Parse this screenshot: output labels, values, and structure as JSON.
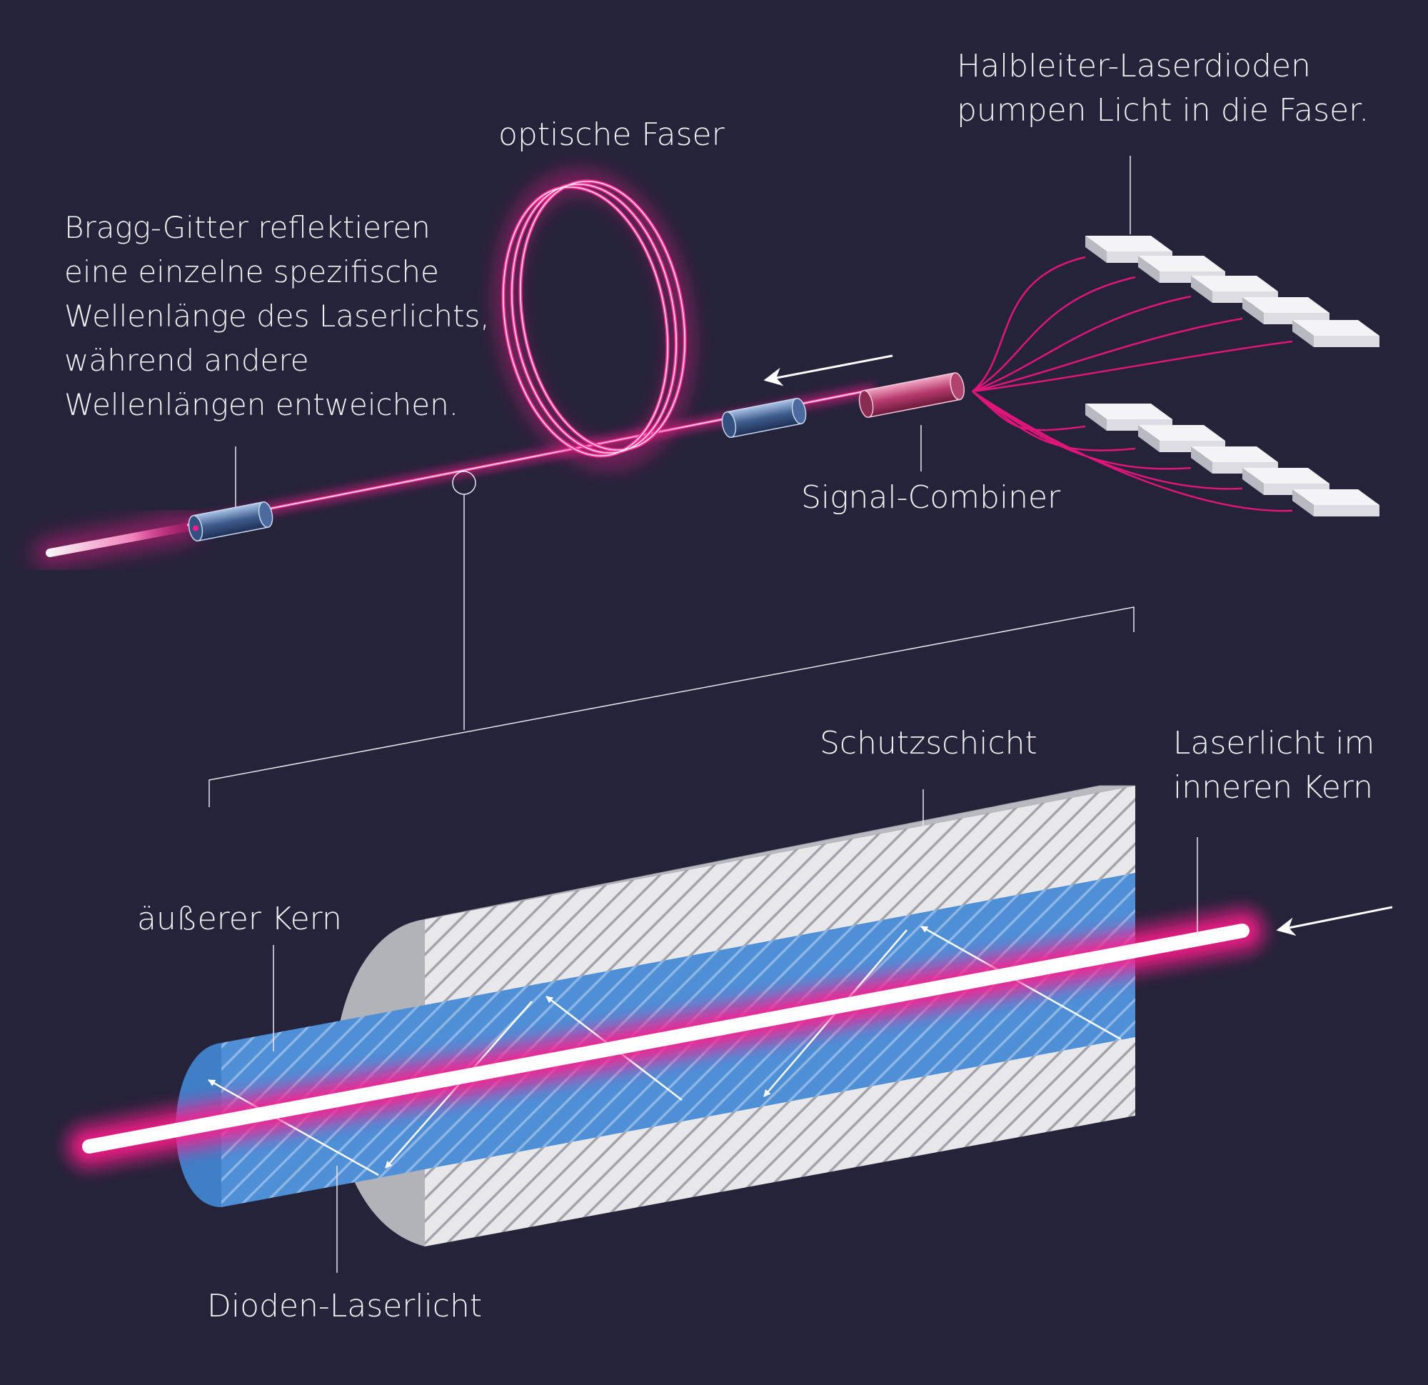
{
  "colors": {
    "background": "#25233a",
    "laser": "#ff1a8c",
    "laser_core": "#ffffff",
    "outer_core": "#4e8fd6",
    "protective_layer": "#e8e8ea",
    "text": "#f2f2f6"
  },
  "labels": {
    "pump_diodes": [
      "Halbleiter-Laserdioden",
      "pumpen Licht in die Faser."
    ],
    "optical_fiber": "optische Faser",
    "bragg_grating": [
      "Bragg-Gitter reflektieren",
      "eine einzelne spezifische",
      "Wellenlänge des Laserlichts,",
      "während andere",
      "Wellenlängen entweichen."
    ],
    "signal_combiner": "Signal-Combiner",
    "protective_layer": "Schutzschicht",
    "inner_core_light": [
      "Laserlicht im",
      "inneren Kern"
    ],
    "outer_core": "äußerer Kern",
    "diode_light": "Dioden-Laserlicht"
  }
}
